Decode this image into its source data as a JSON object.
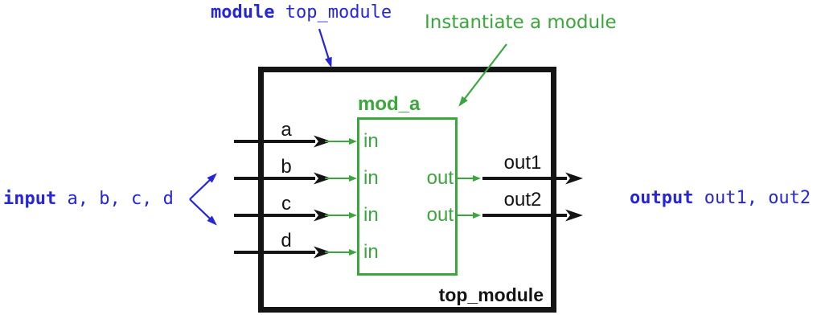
{
  "colors": {
    "blue": "#2626d8",
    "green": "#3aa63c",
    "ink": "#141414"
  },
  "code_annotations": {
    "module": {
      "keyword": "module",
      "name": "top_module"
    },
    "input": {
      "keyword": "input",
      "args": "a, b, c, d"
    },
    "output": {
      "keyword": "output",
      "args": "out1, out2"
    }
  },
  "instantiate_note": "Instantiate a module",
  "outer_box": {
    "label": "top_module"
  },
  "inner_box": {
    "label": "mod_a",
    "in_ports": [
      "in",
      "in",
      "in",
      "in"
    ],
    "out_ports": [
      "out",
      "out"
    ]
  },
  "wires": {
    "input_labels": [
      "a",
      "b",
      "c",
      "d"
    ],
    "output_labels": [
      "out1",
      "out2"
    ]
  }
}
